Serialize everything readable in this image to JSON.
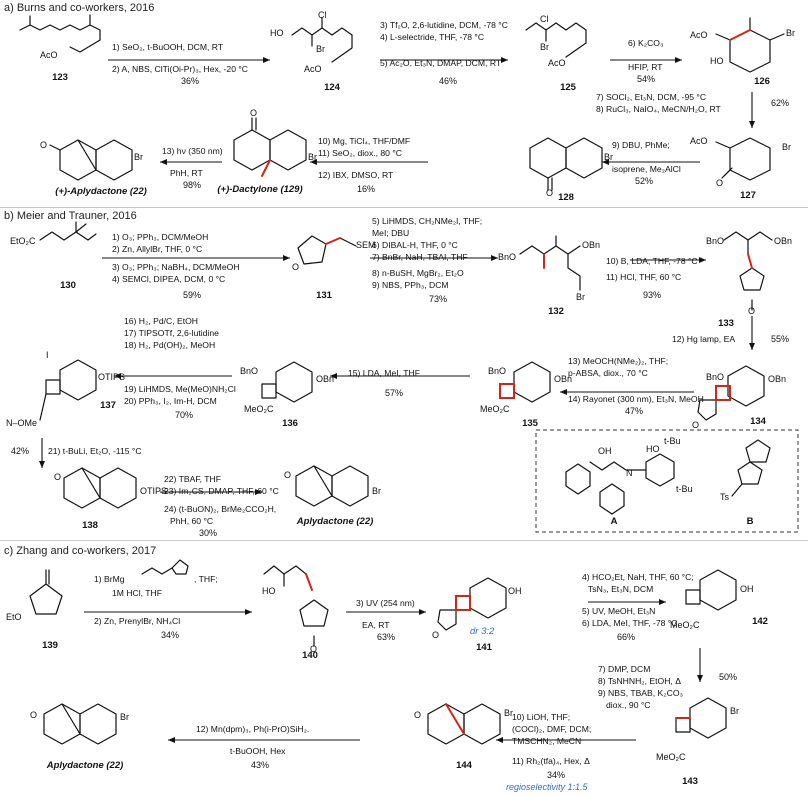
{
  "sections": {
    "a": {
      "header": "a) Burns and co-workers, 2016"
    },
    "b": {
      "header": "b) Meier and Trauner, 2016"
    },
    "c": {
      "header": "c) Zhang and co-workers, 2017"
    }
  },
  "a": {
    "c123": "123",
    "c124": "124",
    "c125": "125",
    "c126": "126",
    "c127": "127",
    "c128": "128",
    "c129": "(+)-Dactylone (129)",
    "c22": "(+)-Aplydactone (22)",
    "s1": "1) SeO₂, t-BuOOH, DCM, RT",
    "s2": "2) A, NBS, ClTi(Oi-Pr)₃, Hex, -20 °C",
    "y12": "36%",
    "s3": "3) Tf₂O, 2,6-lutidine, DCM, -78 °C",
    "s4": "4) L-selectride, THF, -78 °C",
    "s5": "5) Ac₂O, Et₃N, DMAP, DCM, RT",
    "y35": "46%",
    "s6": "6) K₂CO₃",
    "s6b": "HFIP, RT",
    "y6": "54%",
    "s7": "7) SOCl₂, Et₃N, DCM, -95 °C",
    "s8": "8) RuCl₃, NaIO₄, MeCN/H₂O, RT",
    "y78": "62%",
    "s9": "9) DBU, PhMe;",
    "s9b": "isoprene, Me₂AlCl",
    "y9": "52%",
    "s10": "10) Mg, TiCl₄, THF/DMF",
    "s11": "11) SeO₂, diox., 80 °C",
    "s12": "12) IBX, DMSO, RT",
    "y1012": "16%",
    "s13": "13) hν (350 nm)",
    "s13b": "PhH, RT",
    "y13": "98%"
  },
  "b": {
    "c130": "130",
    "c131": "131",
    "c132": "132",
    "c133": "133",
    "c134": "134",
    "c135": "135",
    "c136": "136",
    "c137": "137",
    "c138": "138",
    "c22": "Aplydactone (22)",
    "s1": "1) O₃; PPh₃, DCM/MeOH",
    "s2": "2) Zn, AllylBr, THF, 0 °C",
    "s3": "3) O₃; PPh₃; NaBH₄, DCM/MeOH",
    "s4": "4) SEMCl, DIPEA, DCM, 0 °C",
    "y14": "59%",
    "s5": "5) LiHMDS, CH₂NMe₂I, THF;",
    "s5b": "MeI; DBU",
    "s6": "6) DIBAL-H, THF, 0 °C",
    "s7": "7) BnBr, NaH, TBAI, THF",
    "s8": "8) n-BuSH, MgBr₂, Et₂O",
    "s9": "9) NBS, PPh₃, DCM",
    "y59": "73%",
    "s10": "10) B, LDA, THF, -78 °C",
    "s11": "11) HCl, THF, 60 °C",
    "y1011": "93%",
    "s12": "12) Hg lamp, EA",
    "y12": "55%",
    "s13": "13) MeOCH(NMe₂)₂, THF;",
    "s13b": "p-ABSA, diox., 70 °C",
    "s14": "14) Rayonet (300 nm), Et₃N, MeOH",
    "y1314": "47%",
    "s15": "15) LDA, MeI, THF",
    "y15": "57%",
    "s16": "16) H₂, Pd/C, EtOH",
    "s17": "17) TIPSOTf, 2,6-lutidine",
    "s18": "18) H₂, Pd(OH)₂, MeOH",
    "s19": "19) LiHMDS, Me(MeO)NH₂Cl",
    "s20": "20) PPh₃, I₂, Im-H, DCM",
    "y1620": "70%",
    "s21": "21) t-BuLi, Et₂O, -115 °C",
    "y21": "42%",
    "s22": "22) TBAF, THF",
    "s23": "23) Im₂CS, DMAP, THF, 60 °C",
    "s24": "24) (t-BuON)₂, BrMe₂CCO₂H,",
    "s24b": "PhH, 60 °C",
    "y2224": "30%",
    "boxA": "A",
    "boxB": "B"
  },
  "c": {
    "c139": "139",
    "c140": "140",
    "c141": "141",
    "c142": "142",
    "c143": "143",
    "c144": "144",
    "c22": "Aplydactone (22)",
    "dr": "dr 3:2",
    "s1": "1) BrMg",
    "s1b": ", THF;",
    "s1c": "1M HCl, THF",
    "s2": "2) Zn, PrenylBr, NH₄Cl",
    "y12": "34%",
    "s3": "3) UV (254 nm)",
    "s3b": "EA, RT",
    "y3": "63%",
    "s4": "4) HCO₂Et, NaH, THF, 60 °C;",
    "s4b": "TsN₃, Et₃N, DCM",
    "s5": "5) UV, MeOH, Et₃N",
    "s6": "6) LDA, MeI, THF, -78 °C",
    "y46": "66%",
    "s7": "7) DMP, DCM",
    "s8": "8) TsNHNH₂, EtOH, Δ",
    "s9": "9) NBS, TBAB, K₂CO₃",
    "s9b": "diox., 90 °C",
    "y79": "50%",
    "s10": "10) LiOH, THF;",
    "s10b": "(COCl)₂, DMF, DCM;",
    "s10c": "TMSCHN₂, MeCN",
    "s11": "11) Rh₂(tfa)₄, Hex, Δ",
    "y1011": "34%",
    "regio": "regioselectivity 1:1.5",
    "s12": "12) Mn(dpm)₃, Ph(i-PrO)SiH₂.",
    "s12b": "t-BuOOH, Hex",
    "y12b": "43%"
  }
}
